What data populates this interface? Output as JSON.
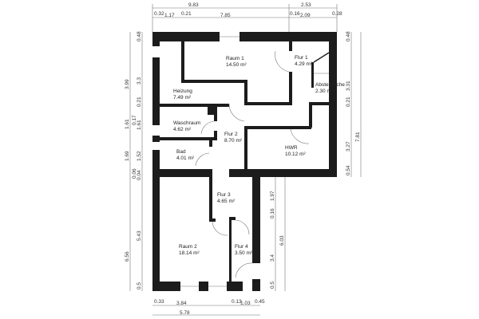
{
  "rooms": [
    {
      "name": "Raum 1",
      "area": "14.50 m²"
    },
    {
      "name": "Flur 1",
      "area": "4.29 m²"
    },
    {
      "name": "Abstellfläche",
      "area": "2.30 m²"
    },
    {
      "name": "Heizung",
      "area": "7.49 m²"
    },
    {
      "name": "Waschraum",
      "area": "4.62 m²"
    },
    {
      "name": "Flur 2",
      "area": "8.70 m²"
    },
    {
      "name": "HWR",
      "area": "10.12 m²"
    },
    {
      "name": "Bad",
      "area": "4.01 m²"
    },
    {
      "name": "Flur 3",
      "area": "4.65 m²"
    },
    {
      "name": "Raum 2",
      "area": "18.14 m²"
    },
    {
      "name": "Flur 4",
      "area": "3.50 m²"
    }
  ],
  "dimensions": {
    "top_outer": [
      "9.83",
      "2.53"
    ],
    "top_inner": [
      "0.32",
      "1.17",
      "0.21",
      "7.85",
      "0.16",
      "2.09",
      "0.28"
    ],
    "left_outer": [
      "3.99",
      "1.61",
      "1.69",
      "6.56"
    ],
    "left_inner": [
      "0.48",
      "3.3",
      "0.21",
      "0.17",
      "1.61",
      "1.52",
      "0.06",
      "0.04",
      "5.43",
      "0.5"
    ],
    "right_inner": [
      "0.48",
      "3.31",
      "0.21",
      "3.27",
      "0.54"
    ],
    "right_outer": [
      "7.81"
    ],
    "lower_right_inner": [
      "1.97",
      "0.16",
      "3.4",
      "0.5"
    ],
    "lower_right_outer": [
      "6.03"
    ],
    "bottom_inner": [
      "0.33",
      "3.84",
      "0.13",
      "1.03",
      "0.45"
    ],
    "bottom_outer": [
      "5.78"
    ]
  }
}
